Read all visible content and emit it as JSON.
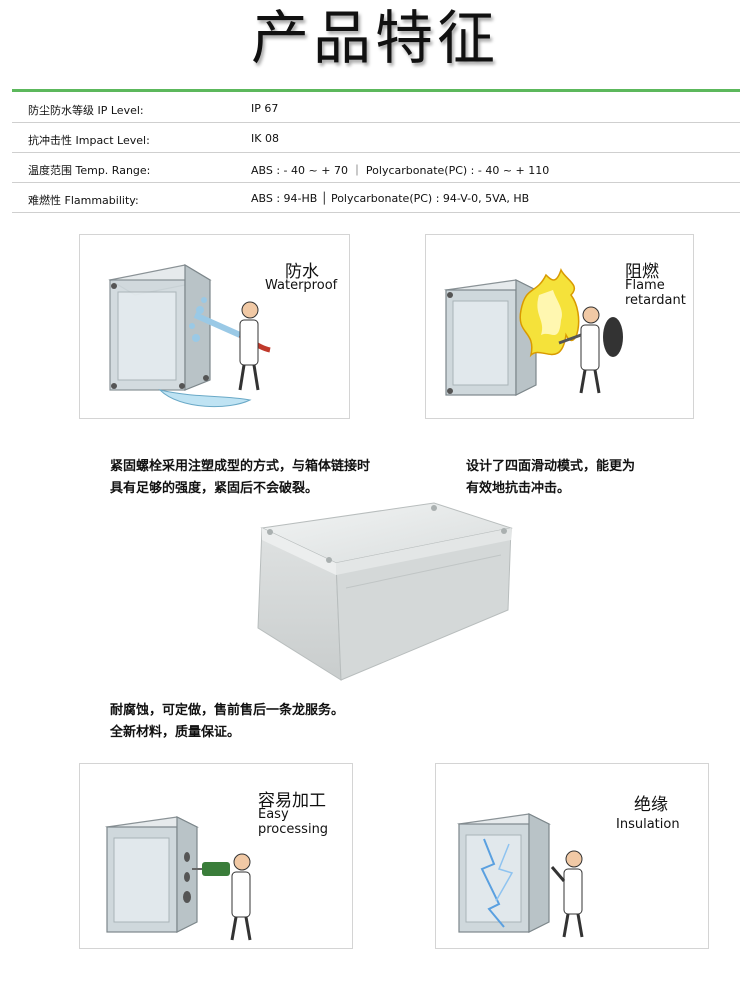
{
  "header": {
    "title": "产品特征"
  },
  "specs": [
    {
      "label": "防尘防水等级 IP Level:",
      "value": "IP 67"
    },
    {
      "label": "抗冲击性 Impact Level:",
      "value": "IK 08"
    },
    {
      "label": "温度范围 Temp. Range:",
      "value": "ABS : - 40 ~ + 70 ｜ Polycarbonate(PC) : - 40 ~ + 110"
    },
    {
      "label": "难燃性 Flammability:",
      "value": "ABS : 94-HB │ Polycarbonate(PC) : 94-V-0, 5VA, HB"
    }
  ],
  "features": {
    "waterproof": {
      "cn": "防水",
      "en": "Waterproof"
    },
    "flame": {
      "cn": "阻燃",
      "en_line1": "Flame",
      "en_line2": "retardant"
    },
    "easy": {
      "cn": "容易加工",
      "en_line1": "Easy",
      "en_line2": "processing"
    },
    "insulation": {
      "cn": "绝缘",
      "en": "Insulation"
    }
  },
  "descriptions": {
    "left_line1": "紧固螺栓采用注塑成型的方式，与箱体链接时",
    "left_line2": "具有足够的强度，紧固后不会破裂。",
    "right_line1": "设计了四面滑动模式，能更为",
    "right_line2": "有效地抗击冲击。",
    "bottom_line1": "耐腐蚀，可定做，售前售后一条龙服务。",
    "bottom_line2": "全新材料，质量保证。"
  },
  "colors": {
    "accent_green": "#5cb85c",
    "divider": "#cfcfcf",
    "enclosure_gray": "#dfe2e2"
  }
}
